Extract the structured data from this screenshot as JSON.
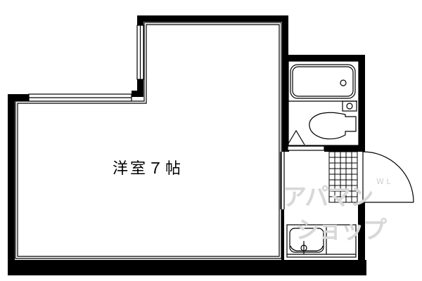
{
  "floor_plan": {
    "rooms": [
      {
        "id": "western-room",
        "label": "洋室７帖",
        "type": "Western-style room",
        "size_jo": 7
      }
    ],
    "fixtures": [
      "bathtub",
      "toilet",
      "washbasin-triangle",
      "kitchen-sink",
      "entrance-tile-floor",
      "entrance-door-swing"
    ],
    "colors": {
      "wall": "#000000",
      "background": "#ffffff",
      "watermark": "#d8d8d8"
    }
  },
  "watermark": {
    "line1": "アパマン",
    "line2": "ショップ",
    "small": "W L"
  }
}
